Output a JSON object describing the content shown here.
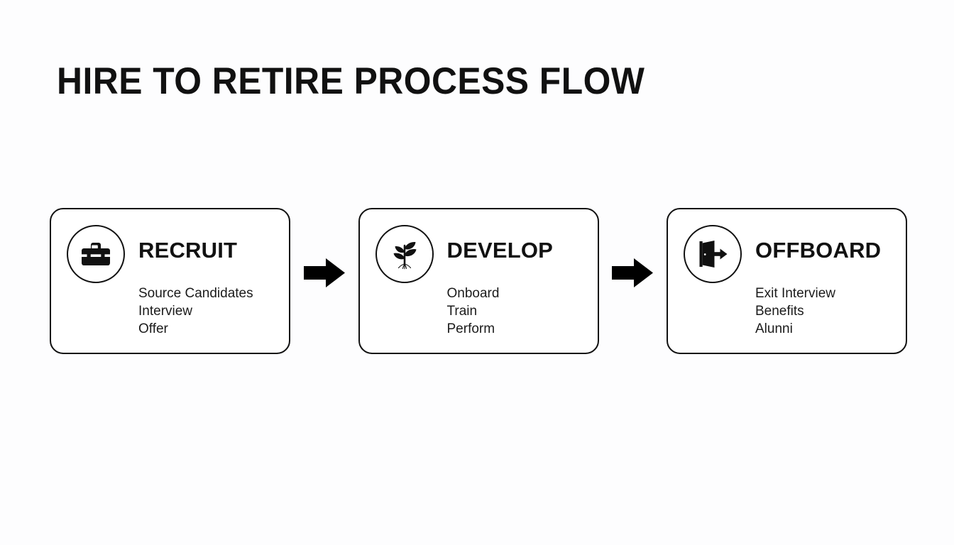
{
  "page": {
    "title": "HIRE TO RETIRE PROCESS FLOW",
    "background_color": "#fdfdfe",
    "ink_color": "#111111"
  },
  "flow": {
    "stages": [
      {
        "id": "recruit",
        "title": "RECRUIT",
        "icon": "briefcase-icon",
        "items": [
          "Source Candidates",
          "Interview",
          "Offer"
        ]
      },
      {
        "id": "develop",
        "title": "DEVELOP",
        "icon": "seedling-icon",
        "items": [
          "Onboard",
          "Train",
          "Perform"
        ]
      },
      {
        "id": "offboard",
        "title": "OFFBOARD",
        "icon": "exit-door-icon",
        "items": [
          "Exit Interview",
          "Benefits",
          "Alunni"
        ]
      }
    ],
    "connectors": [
      {
        "id": "arrow-recruit-to-develop",
        "icon": "arrow-right-icon"
      },
      {
        "id": "arrow-develop-to-offboard",
        "icon": "arrow-right-icon"
      }
    ]
  }
}
